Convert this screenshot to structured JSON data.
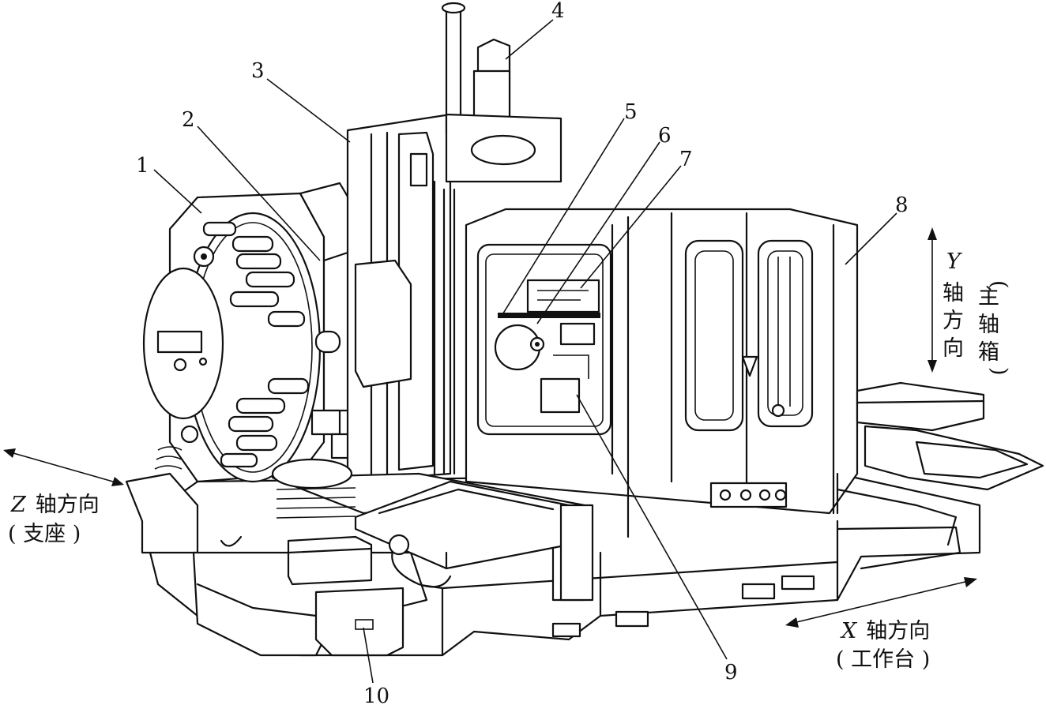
{
  "callouts": [
    "1",
    "2",
    "3",
    "4",
    "5",
    "6",
    "7",
    "8",
    "9",
    "10"
  ],
  "axes": {
    "z": {
      "letter": "Z",
      "label": "轴方向",
      "sub": "( 支座 )"
    },
    "x": {
      "letter": "X",
      "label": "轴方向",
      "sub": "( 工作台 )"
    },
    "y": {
      "letter": "Y",
      "chars": [
        "轴",
        "方",
        "向"
      ],
      "sub_open": "(",
      "sub_chars": [
        "主",
        "轴",
        "箱"
      ],
      "sub_close": ")"
    }
  }
}
